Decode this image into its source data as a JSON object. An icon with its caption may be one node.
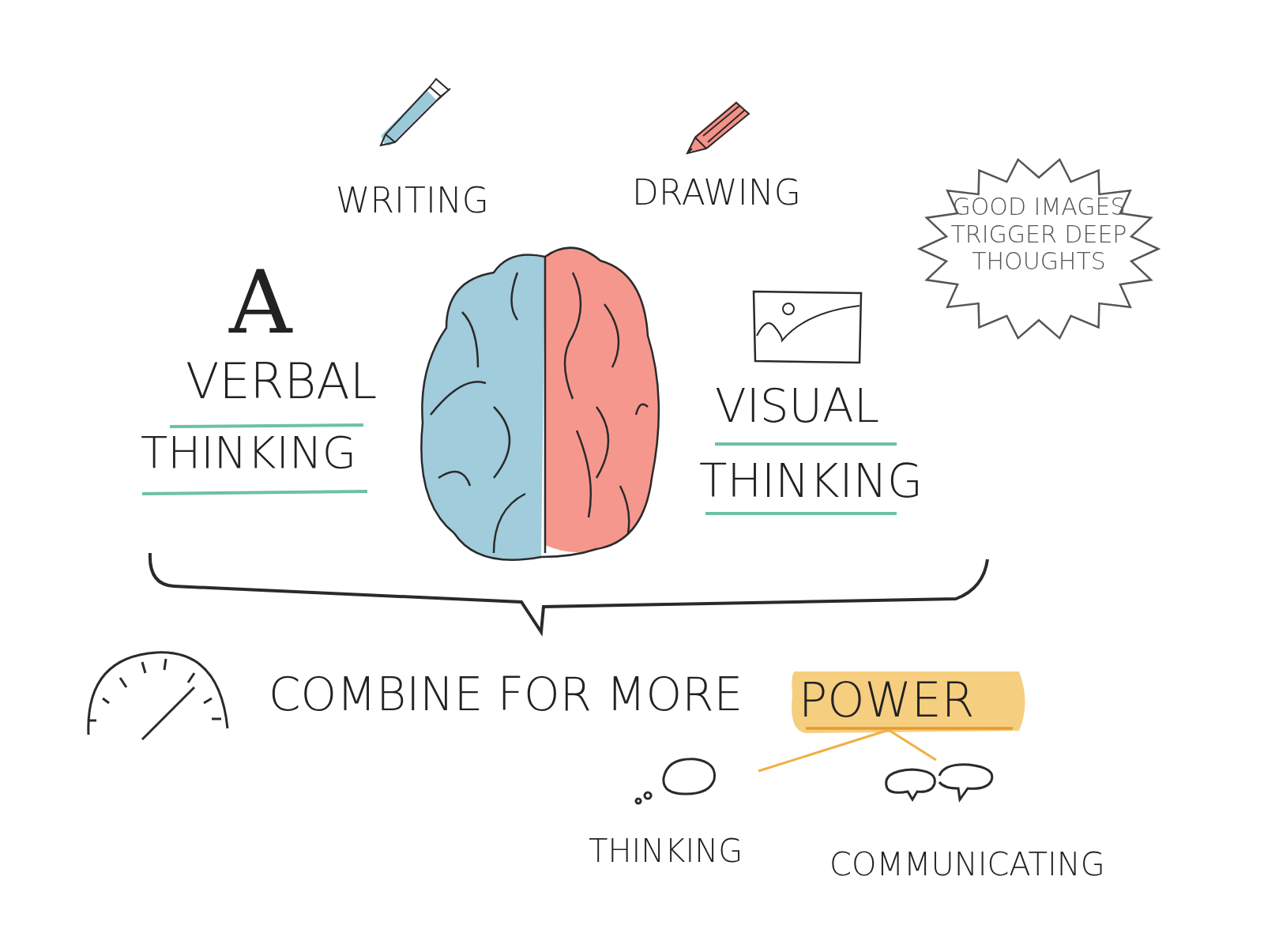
{
  "diagram": {
    "nodes": [
      {
        "text": [
          "GOOD IMAGES TRIGGER DEEP THOUGHTS"
        ]
      },
      {
        "text": [
          "POWER"
        ]
      },
      {
        "text": [
          "THINKING"
        ]
      },
      {
        "text": [
          "COMMUNICATING"
        ]
      }
    ],
    "edges": [
      {
        "from": 1,
        "to": 2,
        "arrow": "none",
        "color": "#f0b040"
      },
      {
        "from": 1,
        "to": 3,
        "arrow": "none",
        "color": "#f0b040"
      }
    ],
    "labels": [
      "WRITING",
      "DRAWING",
      "A",
      "VERBAL",
      "THINKING",
      "VISUAL",
      "THINKING",
      "COMBINE FOR MORE"
    ]
  }
}
